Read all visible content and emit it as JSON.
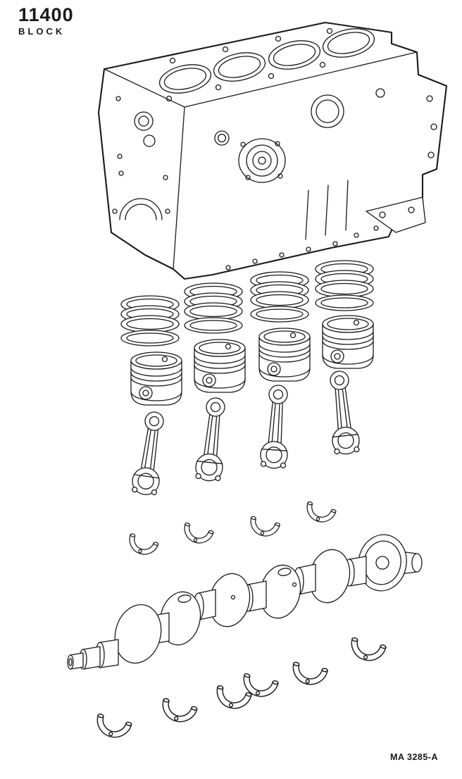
{
  "header": {
    "part_number": "11400",
    "part_name": "BLOCK"
  },
  "footer": {
    "figure_code": "MA 3285-A"
  },
  "illustration": {
    "description": "Exploded parts view of engine cylinder block short assembly",
    "parts": [
      "cylinder-block",
      "piston-ring-sets",
      "pistons",
      "connecting-rods",
      "connecting-rod-bearing-shells",
      "crankshaft",
      "main-bearing-shells"
    ]
  },
  "colors": {
    "ink": "#1a1a1a",
    "paper": "#ffffff"
  }
}
